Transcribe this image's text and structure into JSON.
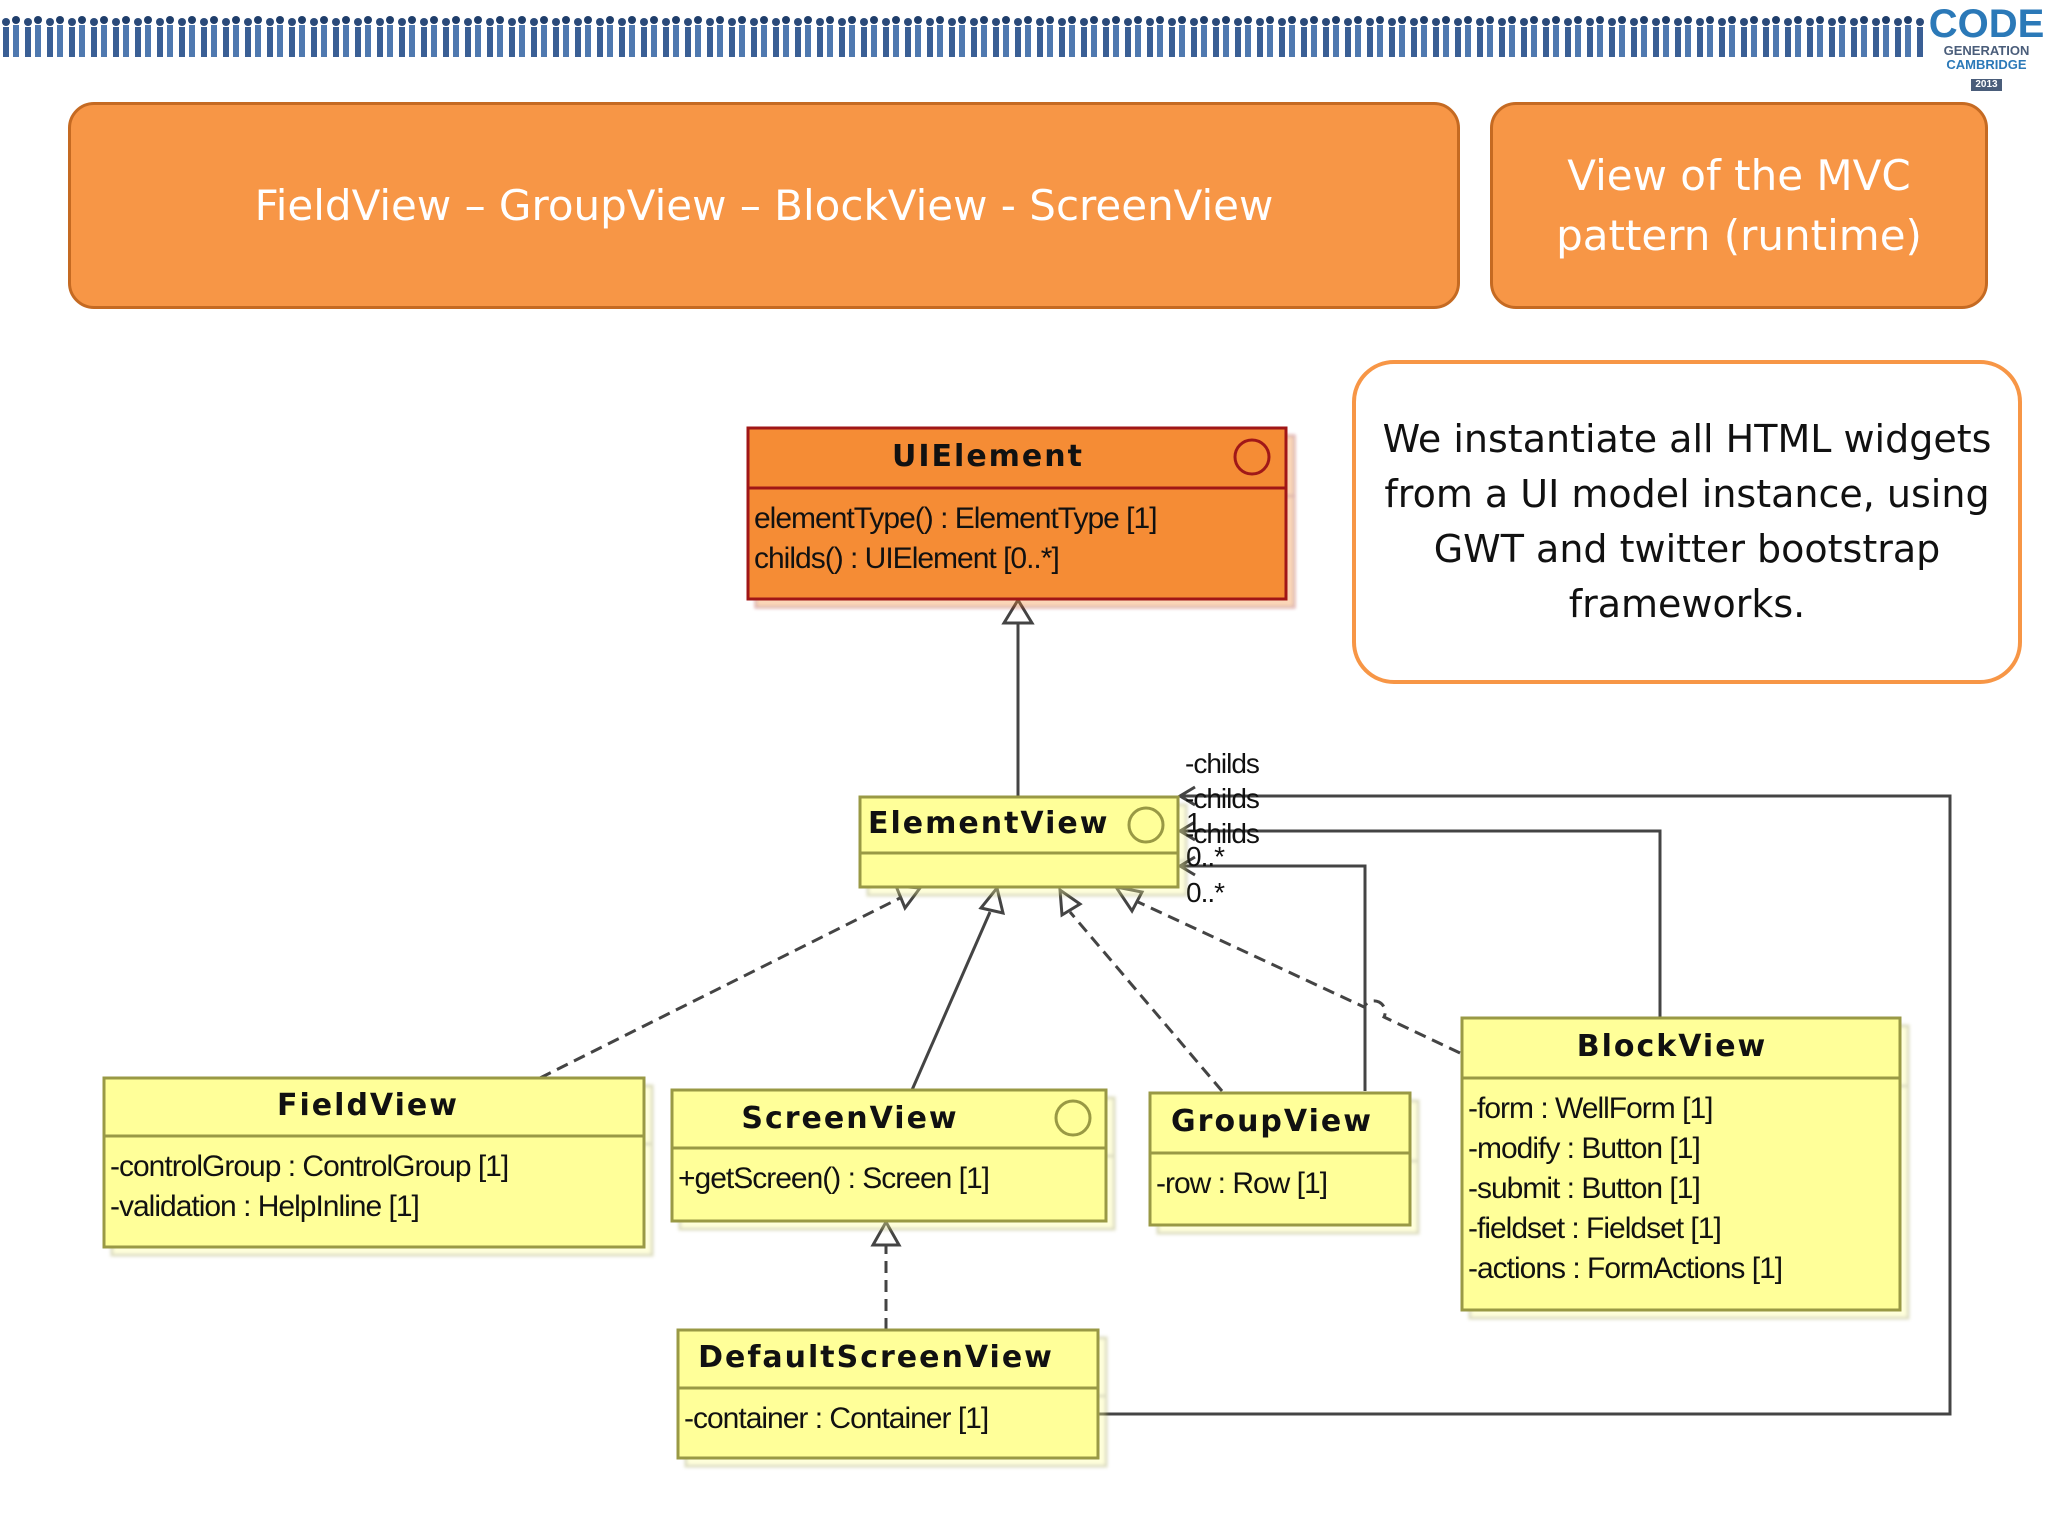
{
  "logo": {
    "line1": "CODE",
    "line2": "GENERATION",
    "line3": "CAMBRIDGE",
    "line4": "2013"
  },
  "banner": {
    "main": "FieldView – GroupView – BlockView - ScreenView",
    "side_line1": "View of the MVC",
    "side_line2": "pattern (runtime)"
  },
  "note": {
    "line1": "We instantiate all HTML widgets",
    "line2": "from a UI model instance, using",
    "line3": "GWT and twitter bootstrap",
    "line4": "frameworks."
  },
  "colors": {
    "banner": "#f79646",
    "class_orange": "#f58c36",
    "class_yellow": "#ffff99"
  },
  "classes": {
    "uielement": {
      "name": "UIElement",
      "attrs": [
        "elementType() : ElementType [1]",
        "childs() : UIElement [0..*]"
      ]
    },
    "elementview": {
      "name": "ElementView",
      "attrs": []
    },
    "fieldview": {
      "name": "FieldView",
      "attrs": [
        "-controlGroup : ControlGroup [1]",
        "-validation : HelpInline [1]"
      ]
    },
    "screenview": {
      "name": "ScreenView",
      "attrs": [
        "+getScreen() : Screen [1]"
      ]
    },
    "groupview": {
      "name": "GroupView",
      "attrs": [
        "-row : Row [1]"
      ]
    },
    "blockview": {
      "name": "BlockView",
      "attrs": [
        "-form : WellForm [1]",
        "-modify : Button [1]",
        "-submit : Button [1]",
        "-fieldset : Fieldset [1]",
        "-actions : FormActions [1]"
      ]
    },
    "defaultscreenview": {
      "name": "DefaultScreenView",
      "attrs": [
        "-container : Container [1]"
      ]
    }
  },
  "roles": {
    "childs1": "-childs",
    "childs2": "-childs",
    "childs3": "-childs",
    "mult1": "1",
    "mult2": "0..*",
    "mult3": "0..*"
  }
}
